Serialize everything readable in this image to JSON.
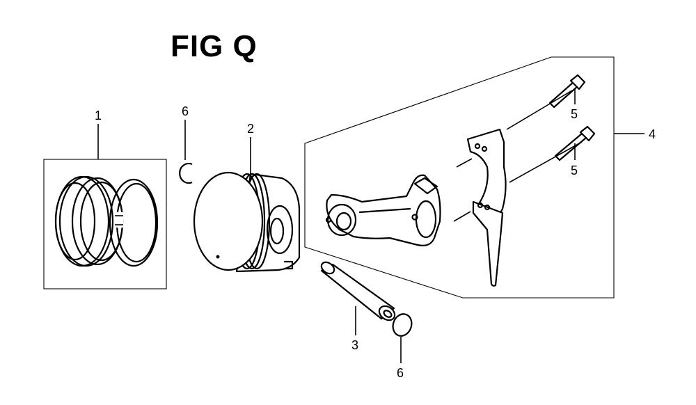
{
  "figure": {
    "title": "FIG Q"
  },
  "callouts": {
    "c1": "1",
    "c2": "2",
    "c3": "3",
    "c4": "4",
    "c5a": "5",
    "c5b": "5",
    "c6a": "6",
    "c6b": "6"
  }
}
